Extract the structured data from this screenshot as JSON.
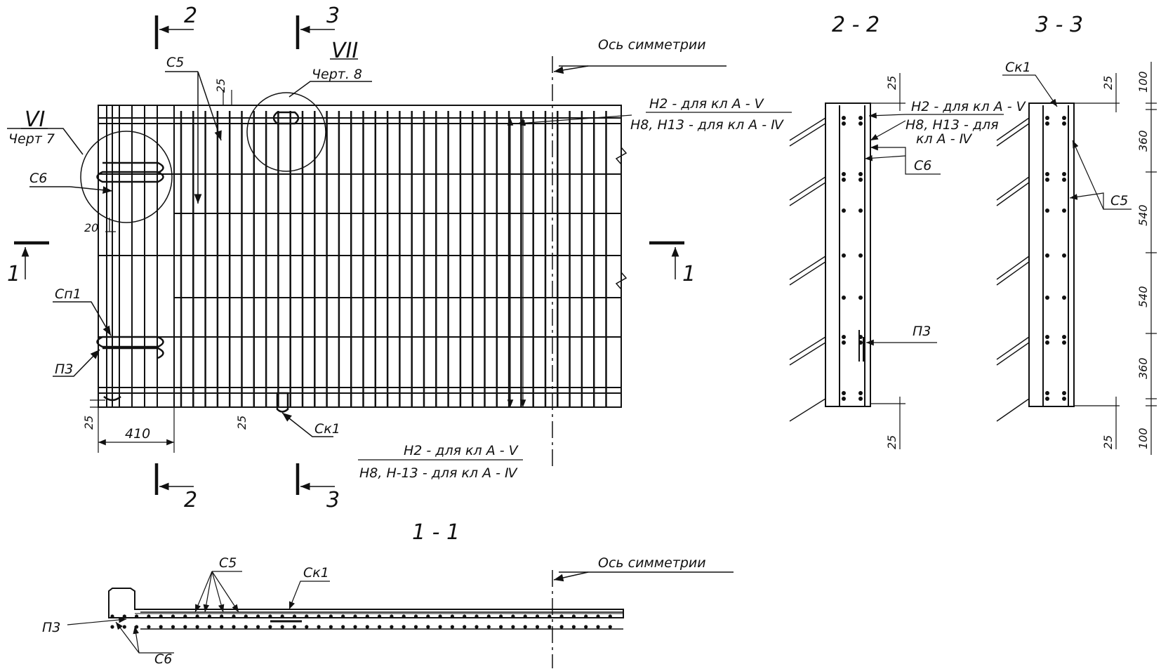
{
  "drawing": {
    "plan": {
      "axis_label": "Ось симметрии",
      "callout_vi_num": "VI",
      "callout_vi_ref": "Черт 7",
      "callout_vii_num": "VII",
      "callout_vii_ref": "Черт. 8",
      "section2_mark": "2",
      "section3_mark": "3",
      "section1_mark": "1",
      "c5": "С5",
      "c6": "С6",
      "sp1": "Сп1",
      "p3": "П3",
      "sk1": "Ск1",
      "dim_25": "25",
      "dim_20": "20",
      "dim_410": "410",
      "h_top_1": "Н2 - для кл А - Ⅴ",
      "h_top_2": "Н8, Н13 - для кл А - Ⅳ",
      "h_bot_1": "Н2 - для кл А - Ⅴ",
      "h_bot_2": "Н8, Н-13 - для кл А - Ⅳ"
    },
    "section22": {
      "title": "2 - 2",
      "h1": "Н2 - для кл А - Ⅴ",
      "h2a": "Н8, Н13 - для",
      "h2b": "кл А - Ⅳ",
      "c6": "С6",
      "p3": "П3",
      "dim_25": "25"
    },
    "section33": {
      "title": "3 - 3",
      "sk1": "Ск1",
      "c5": "С5",
      "dim_25": "25",
      "dims": [
        "100",
        "360",
        "540",
        "540",
        "360",
        "100"
      ]
    },
    "section11": {
      "title": "1 - 1",
      "axis_label": "Ось симметрии",
      "c5": "С5",
      "sk1": "Ск1",
      "p3": "П3",
      "c6": "С6"
    }
  }
}
